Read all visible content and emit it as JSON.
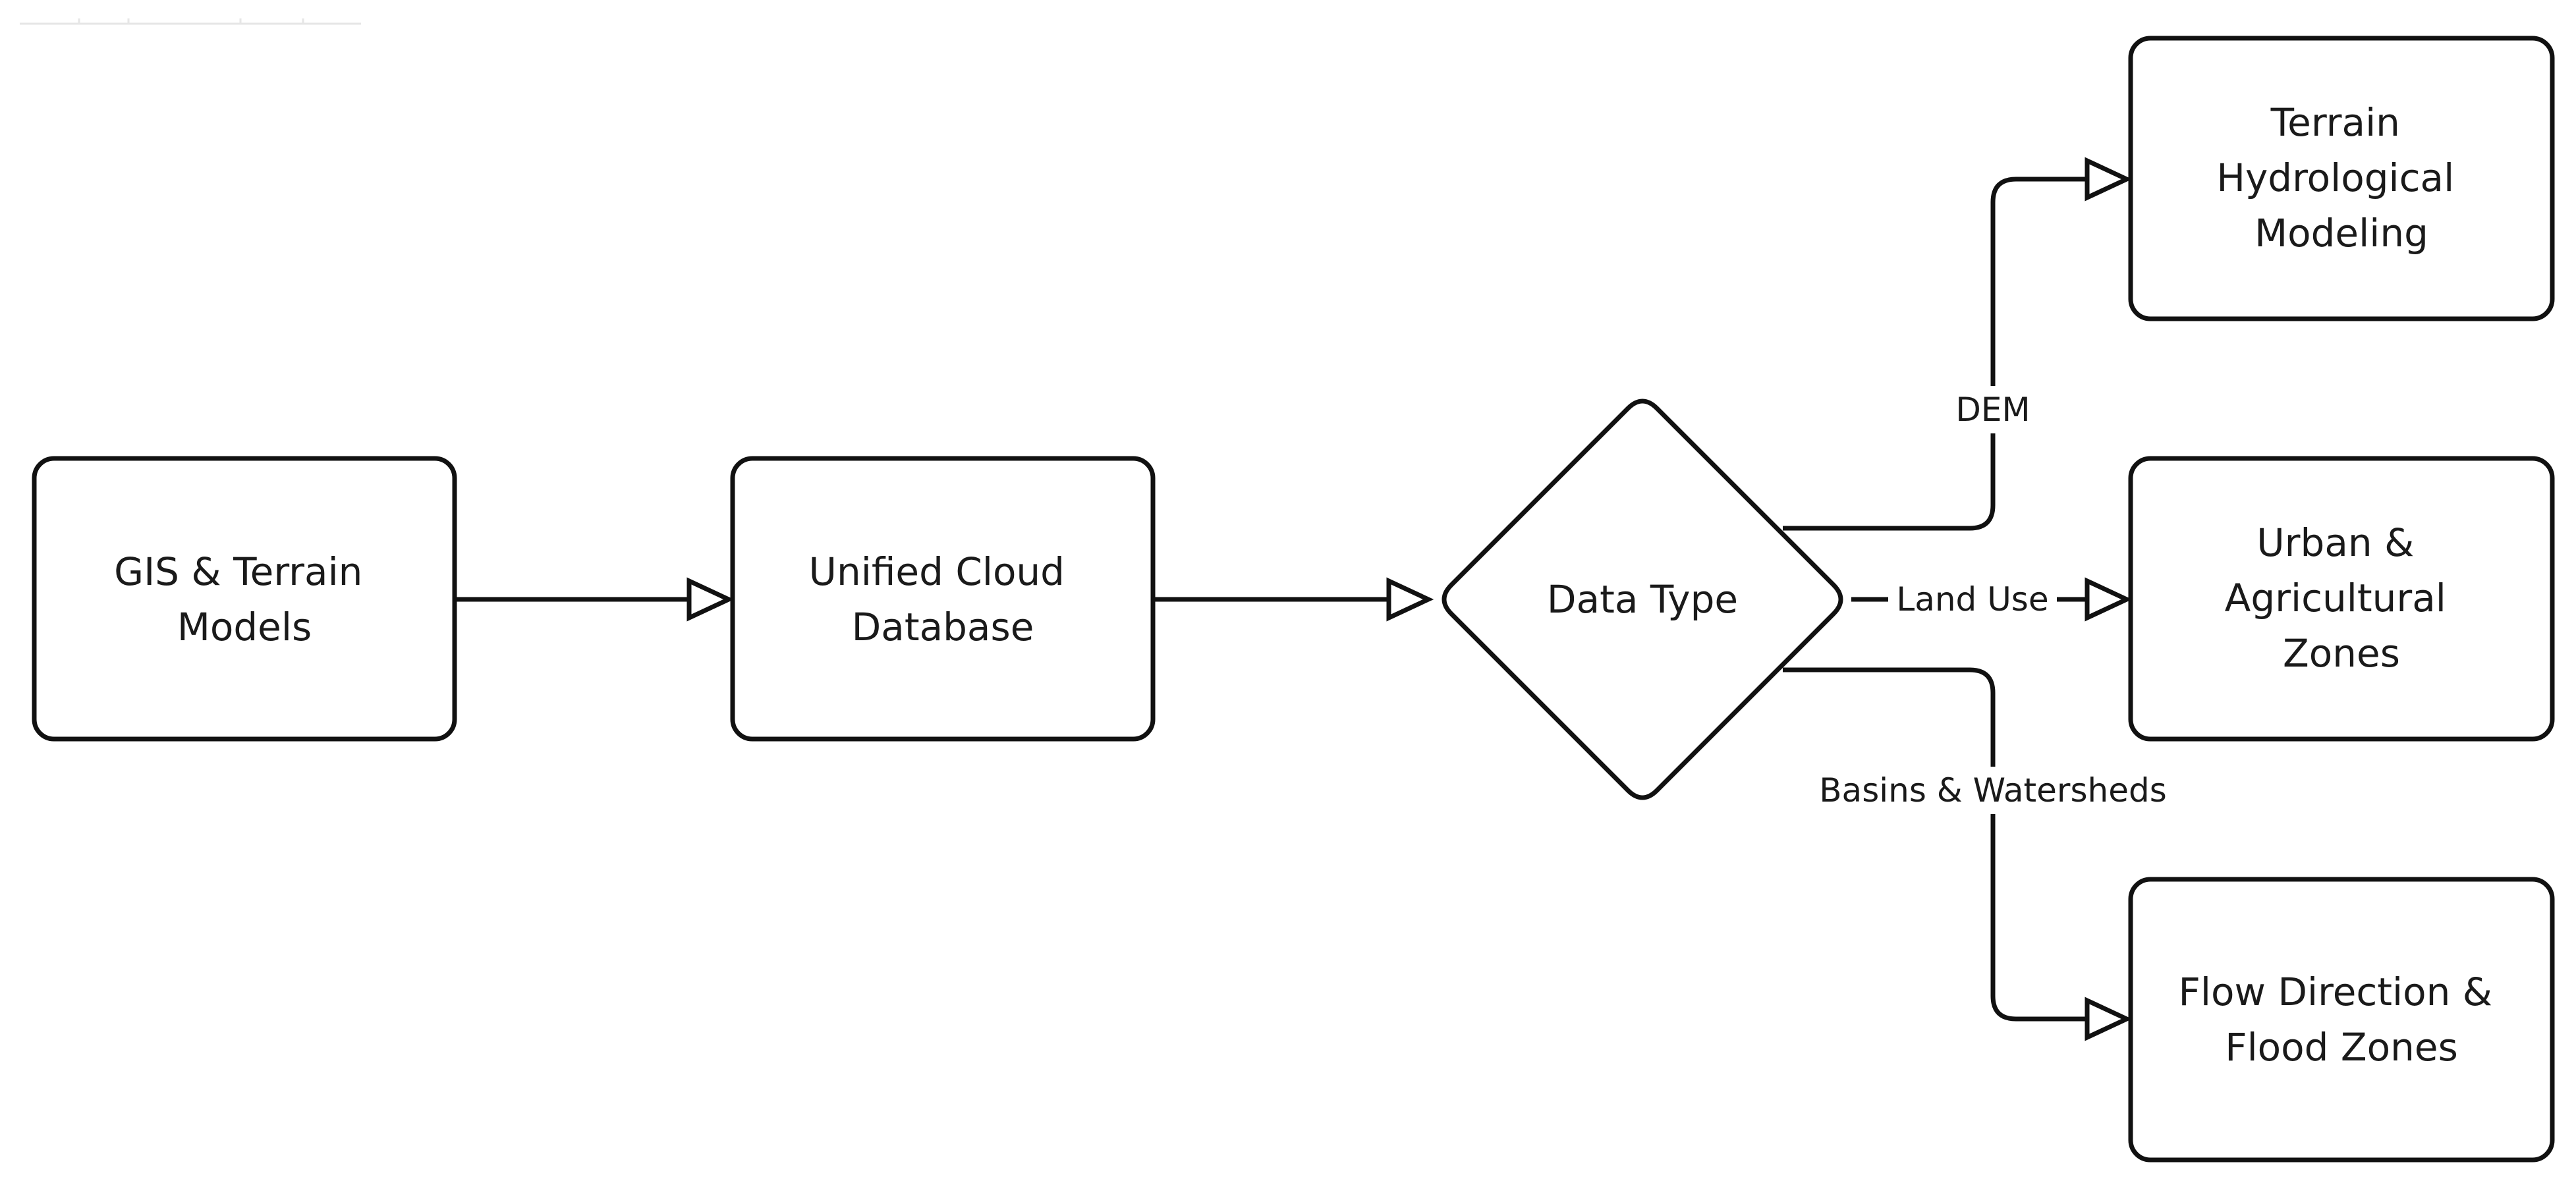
{
  "diagram": {
    "nodes": [
      {
        "id": "gis",
        "shape": "rect",
        "lines": [
          "GIS & Terrain",
          "Models"
        ]
      },
      {
        "id": "cloud",
        "shape": "rect",
        "lines": [
          "Unified Cloud",
          "Database"
        ]
      },
      {
        "id": "datatype",
        "shape": "diamond",
        "lines": [
          "Data Type"
        ]
      },
      {
        "id": "terrain",
        "shape": "rect",
        "lines": [
          "Terrain",
          "Hydrological",
          "Modeling"
        ]
      },
      {
        "id": "urban",
        "shape": "rect",
        "lines": [
          "Urban &",
          "Agricultural",
          "Zones"
        ]
      },
      {
        "id": "flow",
        "shape": "rect",
        "lines": [
          "Flow Direction &",
          "Flood Zones"
        ]
      }
    ],
    "edges": [
      {
        "from": "gis",
        "to": "cloud",
        "label": ""
      },
      {
        "from": "cloud",
        "to": "datatype",
        "label": ""
      },
      {
        "from": "datatype",
        "to": "terrain",
        "label": "DEM"
      },
      {
        "from": "datatype",
        "to": "urban",
        "label": "Land Use"
      },
      {
        "from": "datatype",
        "to": "flow",
        "label": "Basins & Watersheds"
      }
    ]
  }
}
